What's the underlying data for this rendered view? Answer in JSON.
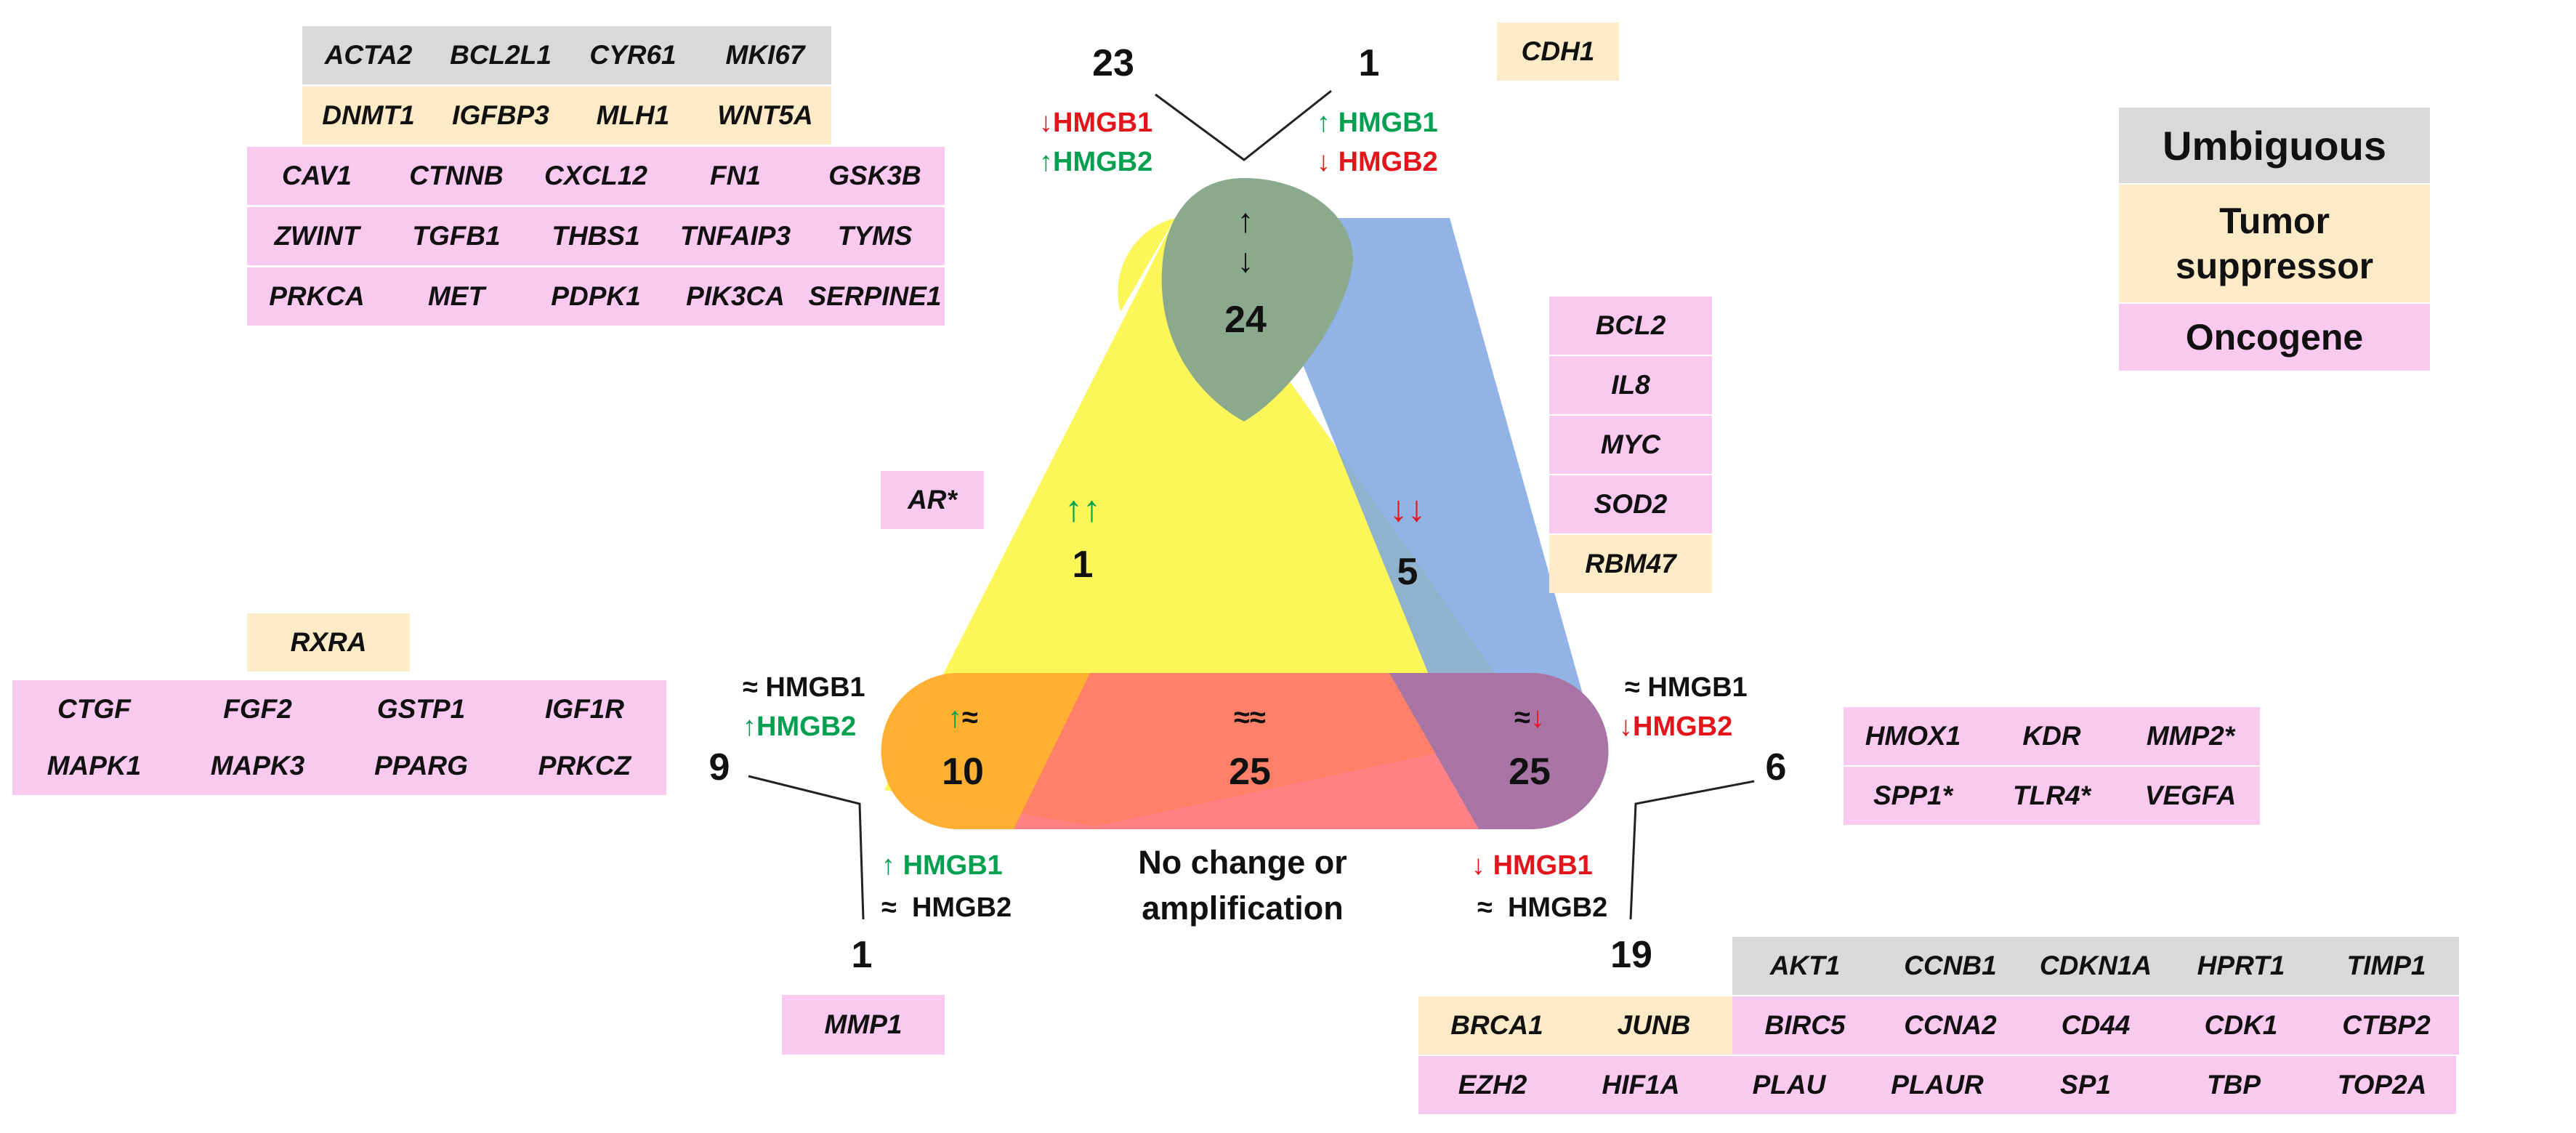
{
  "legend": {
    "ambiguous": "Umbiguous",
    "tumor_suppressor_line1": "Tumor",
    "tumor_suppressor_line2": "suppressor",
    "oncogene": "Oncogene"
  },
  "colors": {
    "ambiguous": "#d9d9d9",
    "tumor_suppressor": "#fdebc8",
    "oncogene": "#f9c9ef",
    "yellow_band": "#fdf53c",
    "blue_band": "#7ea6e0",
    "red_band": "#ff6b6b",
    "green": "#00a050",
    "red": "#e3151a"
  },
  "icons": [
    "up-arrow-icon",
    "down-arrow-icon",
    "approx-icon"
  ],
  "gene_groups": {
    "top_left": [
      [
        "ambiguous",
        [
          "ACTA2",
          "BCL2L1",
          "CYR61",
          "MKI67"
        ]
      ],
      [
        "tumor",
        [
          "DNMT1",
          "IGFBP3",
          "MLH1",
          "WNT5A"
        ]
      ],
      [
        "onco",
        [
          "CAV1",
          "CTNNB",
          "CXCL12",
          "FN1",
          "GSK3B"
        ]
      ],
      [
        "onco",
        [
          "ZWINT",
          "TGFB1",
          "THBS1",
          "TNFAIP3",
          "TYMS"
        ]
      ],
      [
        "onco",
        [
          "PRKCA",
          "MET",
          "PDPK1",
          "PIK3CA",
          "SERPINE1"
        ]
      ]
    ],
    "top_right_single": [
      "tumor",
      [
        "CDH1"
      ]
    ],
    "right_column": [
      [
        "onco",
        [
          "BCL2"
        ]
      ],
      [
        "onco",
        [
          "IL8"
        ]
      ],
      [
        "onco",
        [
          "MYC"
        ]
      ],
      [
        "onco",
        [
          "SOD2"
        ]
      ],
      [
        "tumor",
        [
          "RBM47"
        ]
      ]
    ],
    "ar": [
      "onco",
      [
        "AR*"
      ]
    ],
    "left": [
      [
        "tumor",
        [
          "RXRA"
        ]
      ],
      [
        "onco",
        [
          "CTGF",
          "FGF2",
          "GSTP1",
          "IGF1R"
        ]
      ],
      [
        "onco",
        [
          "MAPK1",
          "MAPK3",
          "PPARG",
          "PRKCZ"
        ]
      ]
    ],
    "right_mid": [
      [
        "onco",
        [
          "HMOX1",
          "KDR",
          "MMP2*"
        ]
      ],
      [
        "onco",
        [
          "SPP1*",
          "TLR4*",
          "VEGFA"
        ]
      ]
    ],
    "bottom_mmp1": [
      "onco",
      [
        "MMP1"
      ]
    ],
    "bottom_right": {
      "row1": [
        [
          "ambiguous",
          [
            "AKT1",
            "CCNB1",
            "CDKN1A",
            "HPRT1",
            "TIMP1"
          ]
        ]
      ],
      "row2": [
        [
          "tumor",
          [
            "BRCA1",
            "JUNB"
          ]
        ],
        [
          "onco",
          [
            "BIRC5",
            "CCNA2",
            "CD44",
            "CDK1",
            "CTBP2"
          ]
        ]
      ],
      "row3": [
        [
          "onco",
          [
            "EZH2",
            "HIF1A",
            "PLAU",
            "PLAUR",
            "SP1",
            "TBP",
            "TOP2A"
          ]
        ]
      ]
    }
  },
  "counts": {
    "top_left": "23",
    "top_right": "1",
    "apex": "24",
    "left_band": "1",
    "right_band": "5",
    "bottom_left_corner": "10",
    "bottom_center": "25",
    "bottom_right_corner": "25",
    "outer_left": "9",
    "outer_right": "6",
    "below_left": "1",
    "below_right": "19"
  },
  "labels": {
    "hmgb1": "HMGB1",
    "hmgb2": "HMGB2",
    "bottom_caption_line1": "No change or",
    "bottom_caption_line2": "amplification"
  },
  "glyphs": {
    "up": "↑",
    "down": "↓",
    "approx": "≈",
    "up_up": "↑↑",
    "down_down": "↓↓",
    "approx_approx": "≈≈"
  }
}
